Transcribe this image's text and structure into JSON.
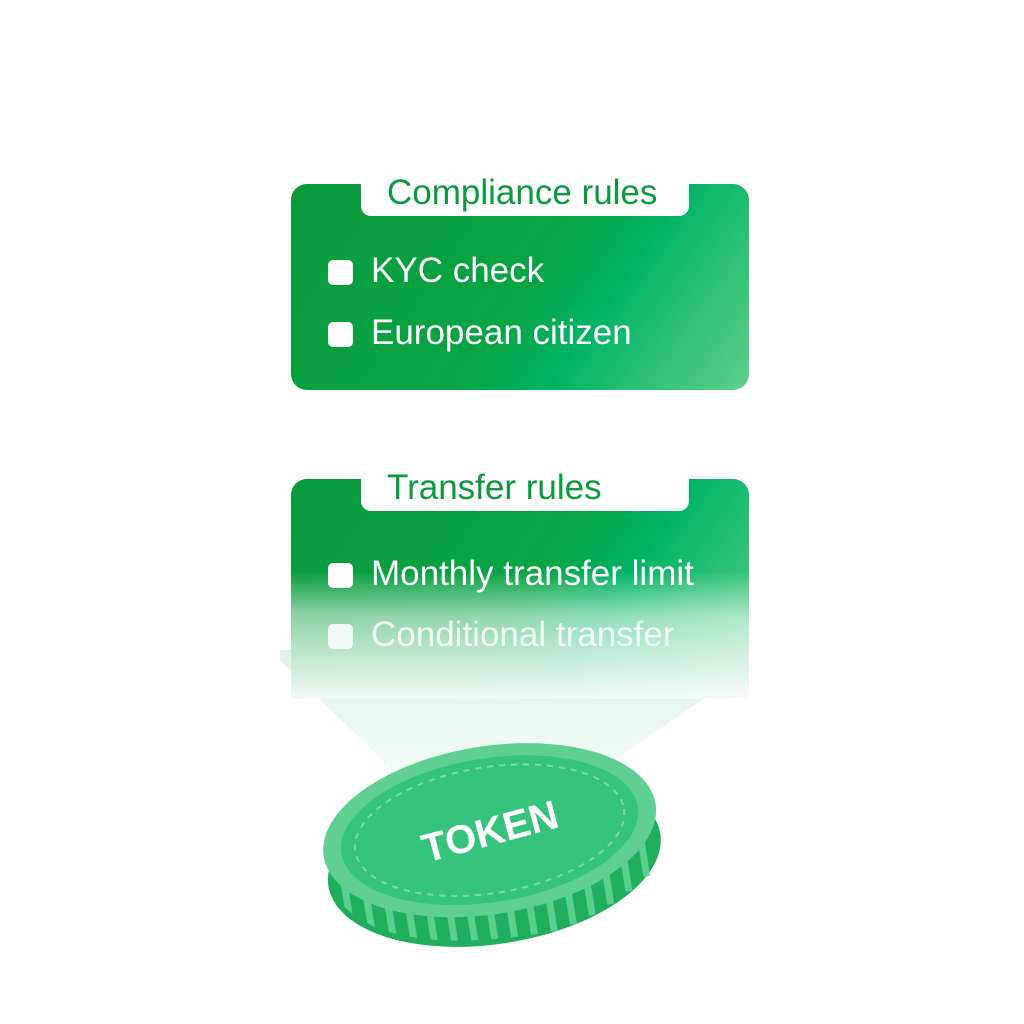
{
  "compliance": {
    "title": "Compliance rules",
    "items": [
      {
        "label": "KYC check"
      },
      {
        "label": "European citizen"
      }
    ]
  },
  "transfer": {
    "title": "Transfer rules",
    "items": [
      {
        "label": "Monthly transfer limit"
      },
      {
        "label": "Conditional transfer"
      }
    ]
  },
  "token": {
    "label": "TOKEN"
  },
  "colors": {
    "brand_green": "#0b9a3e",
    "coin_green": "#38c77f",
    "coin_edge": "#21b563",
    "beam_green": "#c8efd6"
  },
  "icons": [
    "checkbox-icon",
    "token-coin-icon"
  ]
}
